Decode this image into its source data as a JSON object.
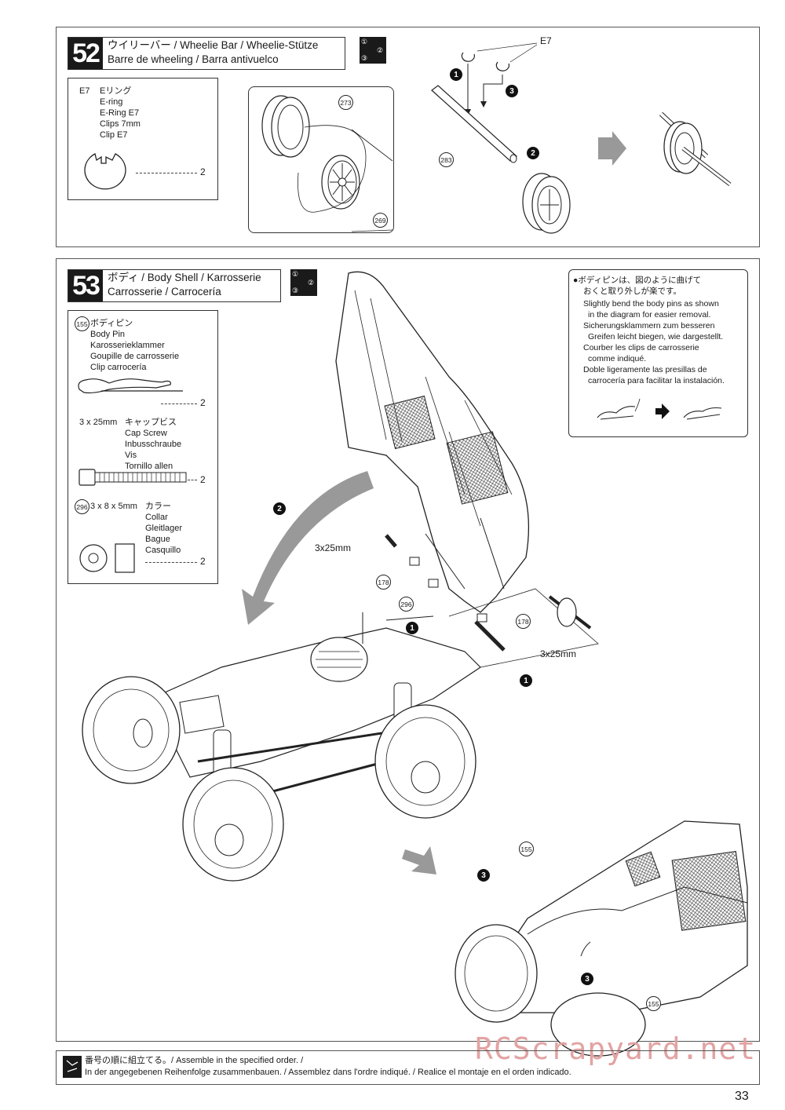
{
  "step52": {
    "number": "52",
    "title_line1": "ウイリーバー / Wheelie Bar / Wheelie-Stütze",
    "title_line2": "Barre de wheeling / Barra antivuelco",
    "order_icon": {
      "a": "①",
      "b": "②",
      "c": "③"
    },
    "part": {
      "code": "E7",
      "name_ja": "Eリング",
      "names": [
        "E-ring",
        "E-Ring E7",
        "Clips 7mm",
        "Clip E7"
      ],
      "qty": "2"
    },
    "callouts": {
      "e7": "E7",
      "p273": "273",
      "p269": "269",
      "p283": "283"
    },
    "steps": {
      "s1": "1",
      "s2": "2",
      "s3": "3"
    }
  },
  "step53": {
    "number": "53",
    "title_line1": "ボディ / Body Shell / Karrosserie",
    "title_line2": "Carrosserie / Carrocería",
    "order_icon": {
      "a": "①",
      "b": "②",
      "c": "③"
    },
    "parts": [
      {
        "id": "155",
        "name_ja": "ボディピン",
        "names": [
          "Body Pin",
          "Karosserieklammer",
          "Goupille de carrosserie",
          "Clip carrocería"
        ],
        "qty": "2"
      },
      {
        "size": "3 x 25mm",
        "name_ja": "キャップビス",
        "names": [
          "Cap Screw",
          "Inbusschraube",
          "Vis",
          "Tornillo allen"
        ],
        "qty": "2"
      },
      {
        "id": "296",
        "size": "3 x 8 x 5mm",
        "name_ja": "カラー",
        "names": [
          "Collar",
          "Gleitlager",
          "Bague",
          "Casquillo"
        ],
        "qty": "2"
      }
    ],
    "note": {
      "lines": [
        "●ボディピンは、図のように曲げて",
        "おくと取り外しが楽です。",
        "Slightly bend the body pins as shown",
        "in the diagram for easier removal.",
        "Sicherungsklammern zum besseren",
        "Greifen leicht biegen, wie dargestellt.",
        "Courber les clips de carrosserie",
        "comme indiqué.",
        "Doble ligeramente las presillas de",
        "carrocería para facilitar la instalación."
      ]
    },
    "callouts": {
      "screw_a": "3x25mm",
      "screw_b": "3x25mm",
      "p178a": "178",
      "p178b": "178",
      "p296": "296",
      "p155a": "155",
      "p155b": "155"
    },
    "steps": {
      "s1a": "1",
      "s1b": "1",
      "s2": "2",
      "s3a": "3",
      "s3b": "3"
    }
  },
  "footer": {
    "line1": "番号の順に組立てる。/  Assemble in the specified order. /",
    "line2": "In der angegebenen Reihenfolge zusammenbauen. / Assemblez dans l'ordre indiqué. / Realice el montaje en el orden indicado."
  },
  "page_number": "33",
  "watermark": "RCScrapyard.net"
}
